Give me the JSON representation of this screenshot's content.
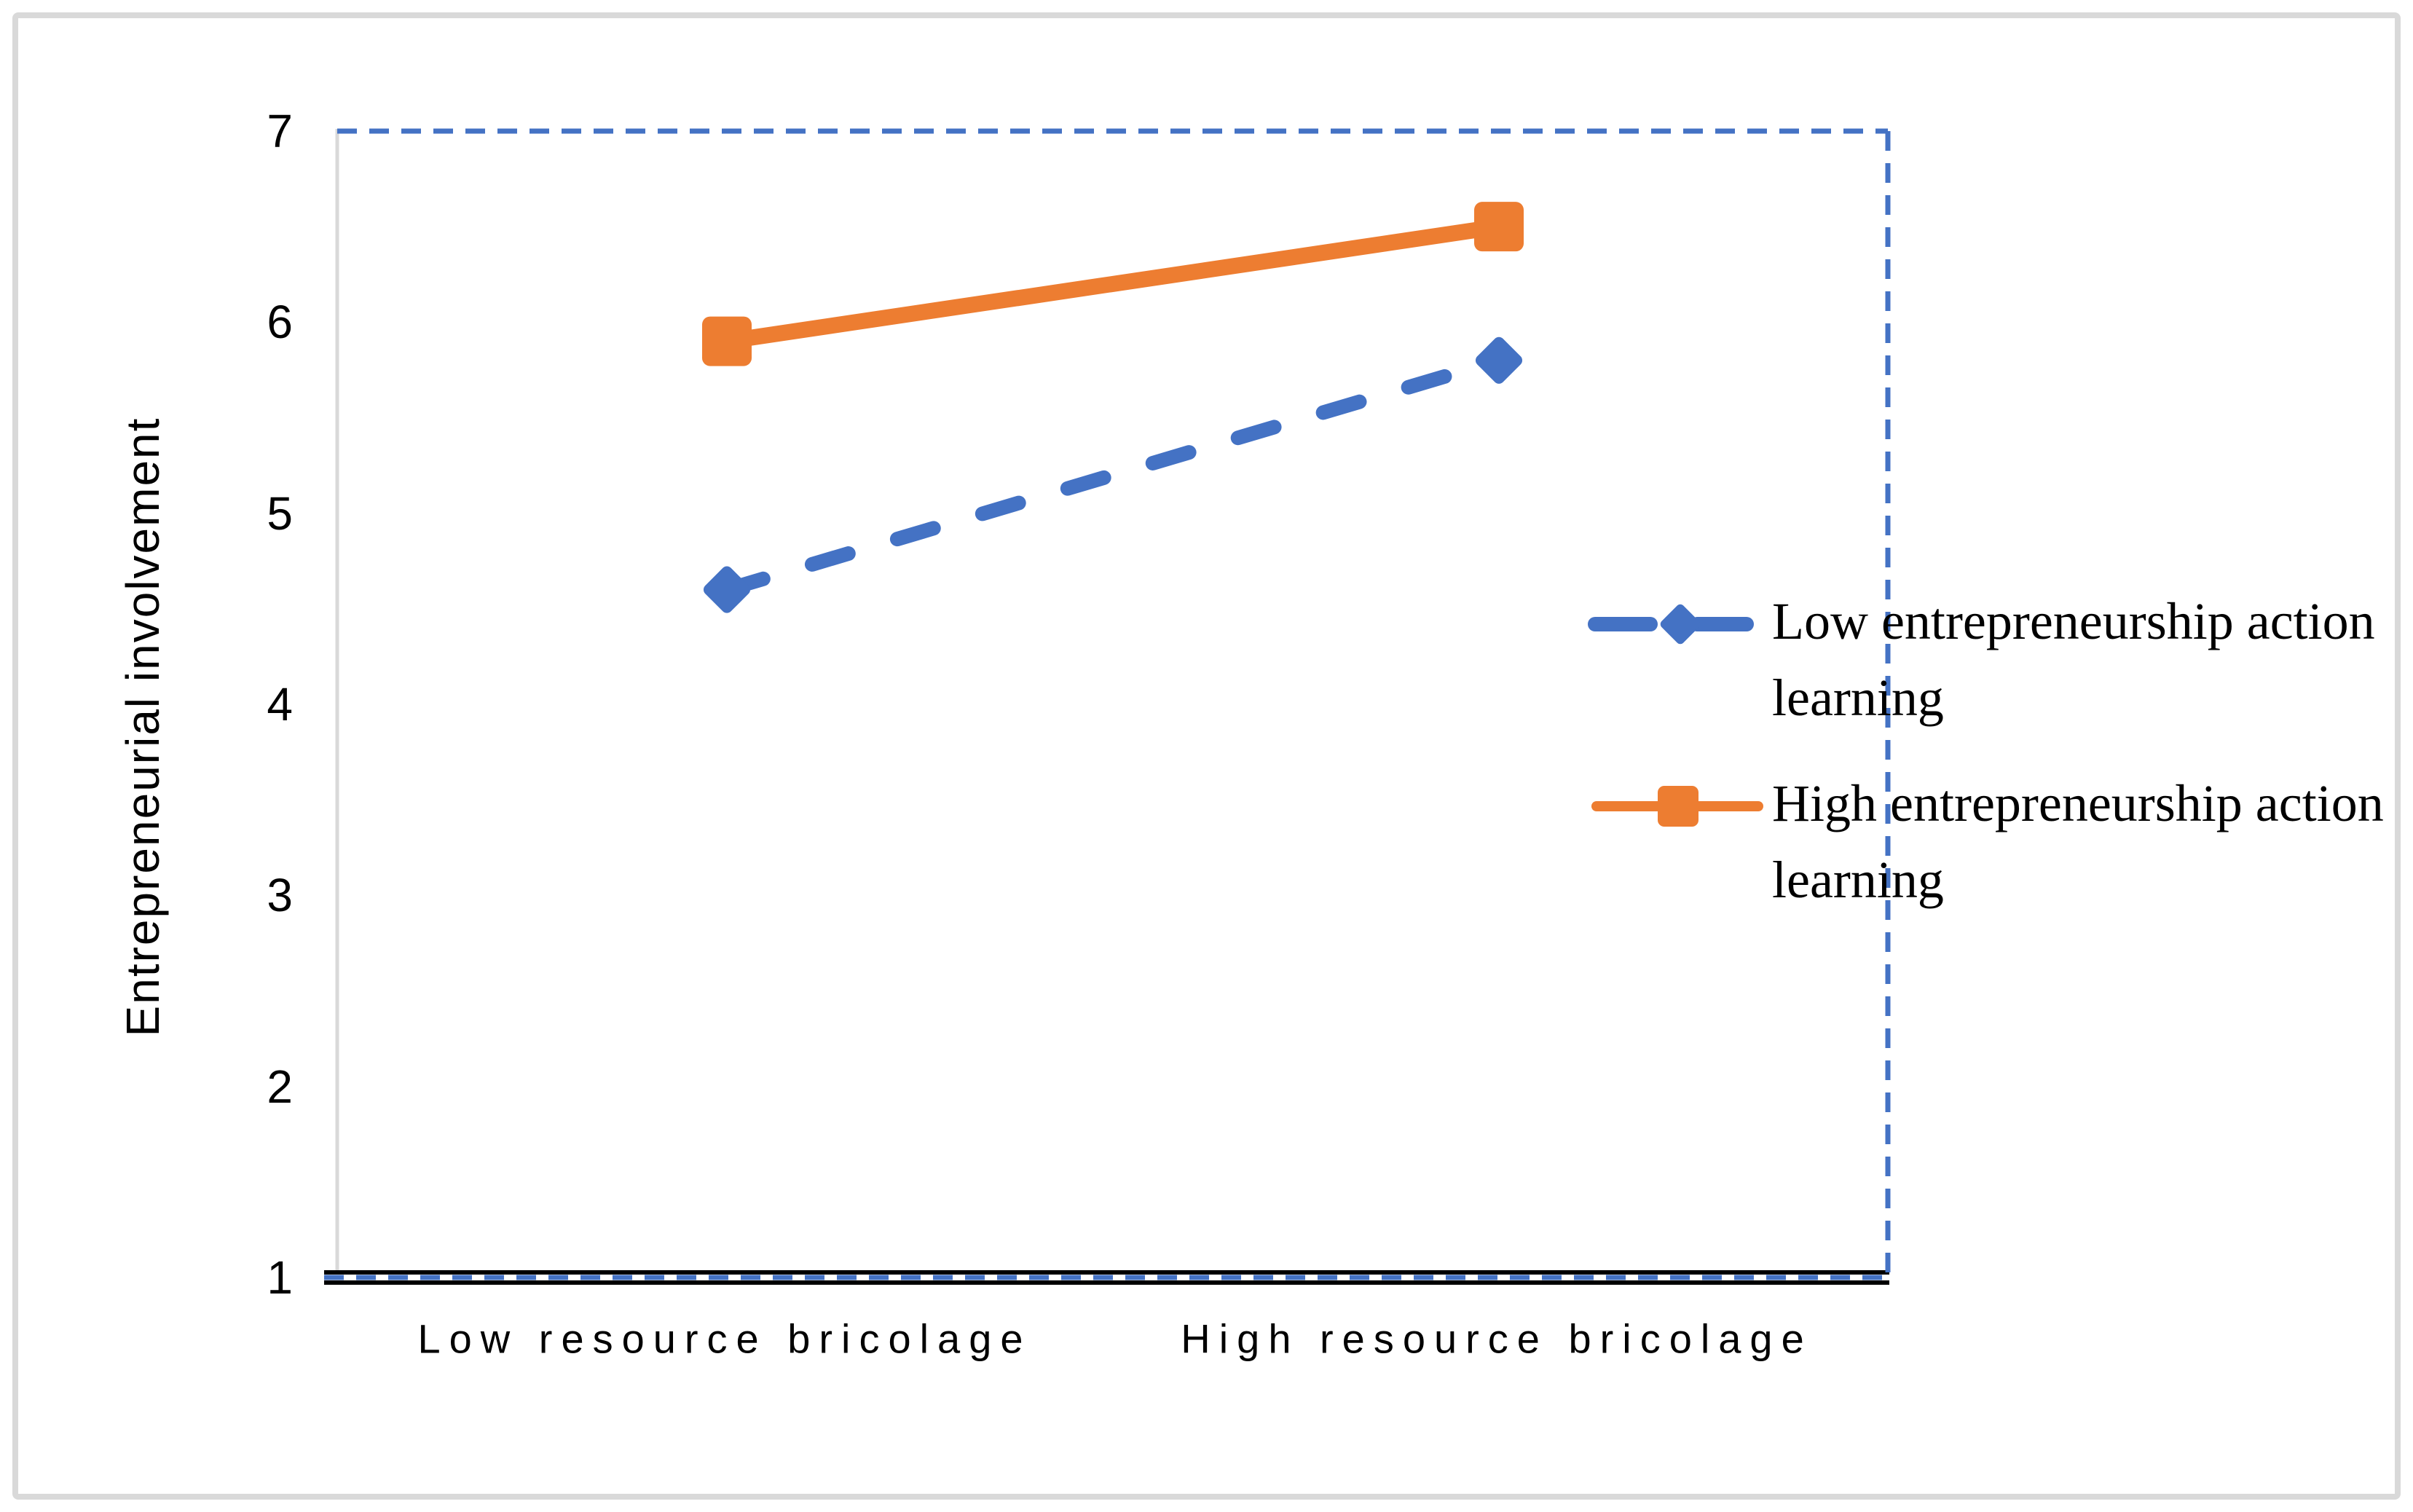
{
  "chart_data": {
    "type": "line",
    "title": "",
    "categories": [
      "Low resource bricolage",
      "High resource bricolage"
    ],
    "series": [
      {
        "name": "Low entrepreneurship action learning",
        "values": [
          4.6,
          5.8
        ],
        "color": "#4472C4",
        "line_style": "dashed",
        "marker": "diamond"
      },
      {
        "name": "High entrepreneurship action learning",
        "values": [
          5.9,
          6.5
        ],
        "color": "#ED7D31",
        "line_style": "solid",
        "marker": "square"
      }
    ],
    "xlabel": "",
    "ylabel": "Entrepreneurial involvement",
    "ylim": [
      1,
      7
    ],
    "yticks": [
      1,
      2,
      3,
      4,
      5,
      6,
      7
    ],
    "grid": false,
    "legend_position": "right-middle"
  },
  "colors": {
    "plot_border_dashed": "#4472C4",
    "y_axis_line": "#D9D9D9",
    "x_axis_line": "#000000",
    "figure_border": "#D9D9D9",
    "background": "#FFFFFF",
    "text": "#000000"
  }
}
